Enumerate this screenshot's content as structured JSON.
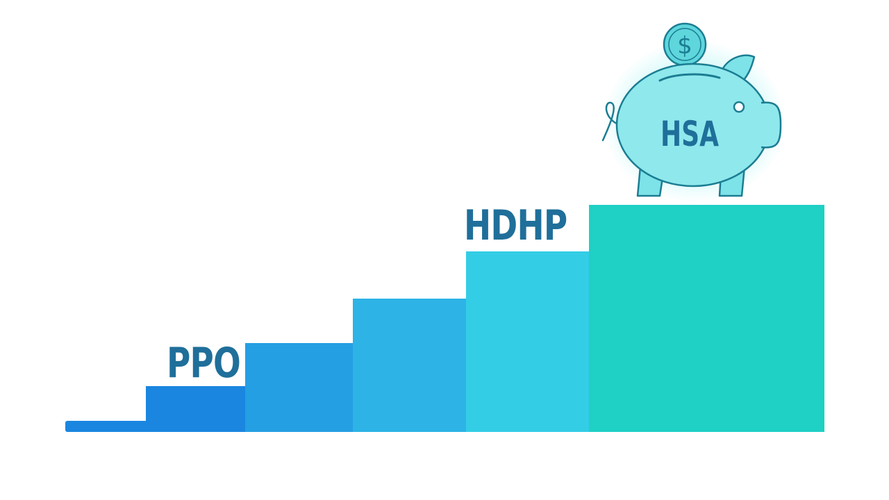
{
  "labels": {
    "ppo": "PPO",
    "hdhp": "HDHP",
    "hsa": "HSA",
    "coin_symbol": "$"
  },
  "icons": {
    "piggy_bank": "piggy-bank-icon",
    "coin": "dollar-coin-icon"
  },
  "colors": {
    "label_text": "#1f6f9a",
    "step_0": "#1a86e0",
    "step_1": "#1a86e0",
    "step_2": "#259fe3",
    "step_3": "#2db3e6",
    "step_4": "#33cde6",
    "step_5": "#1fd0c4",
    "piggy_fill": "#7ee3e8",
    "piggy_outline": "#1b7d92"
  },
  "steps": [
    {
      "color_key": "step_0"
    },
    {
      "color_key": "step_1"
    },
    {
      "color_key": "step_2"
    },
    {
      "color_key": "step_3"
    },
    {
      "color_key": "step_4"
    },
    {
      "color_key": "step_5"
    }
  ]
}
